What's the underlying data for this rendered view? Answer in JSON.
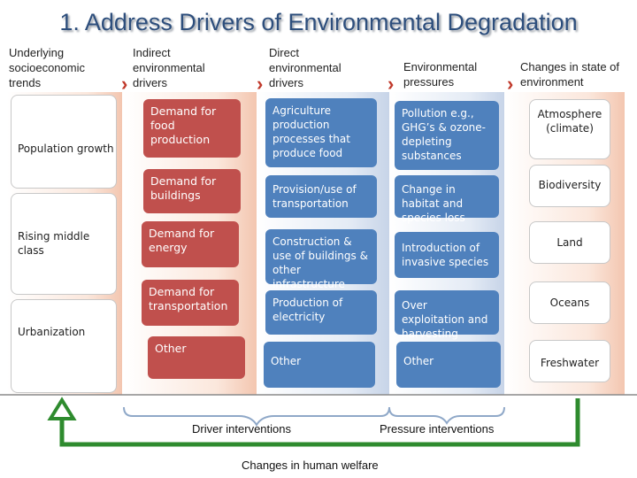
{
  "title": "1. Address Drivers of Environmental Degradation",
  "headers": {
    "underlying": "Underlying socioeconomic trends",
    "indirect": "Indirect environmental drivers",
    "direct": "Direct environmental drivers",
    "pressures": "Environmental pressures",
    "state": "Changes in state of environment"
  },
  "underlying_trends": [
    "Population growth",
    "Rising middle class",
    "Urbanization"
  ],
  "indirect_drivers": [
    "Demand for food production",
    "Demand for buildings",
    "Demand for energy",
    "Demand for transportation",
    "Other"
  ],
  "direct_drivers": [
    "Agriculture production processes that produce food",
    "Provision/use of transportation",
    "Construction & use of buildings & other infrastructure",
    "Production of electricity",
    "Other"
  ],
  "pressures": [
    "Pollution e.g., GHG’s & ozone-depleting substances",
    "Change in habitat and species loss",
    "Introduction of invasive species",
    "Over exploitation and harvesting",
    "Other"
  ],
  "state_changes": [
    "Atmosphere (climate)",
    "Biodiversity",
    "Land",
    "Oceans",
    "Freshwater"
  ],
  "interventions": {
    "driver": "Driver interventions",
    "pressure": "Pressure interventions",
    "welfare": "Changes in human welfare"
  },
  "colors": {
    "title": "#2d4e7c",
    "red_box": "#c0504d",
    "blue_box": "#4f81bd",
    "arrow": "#2e8b2e",
    "chevron": "#c0392b"
  },
  "icons": [
    "chevron-right-icon",
    "feedback-arrow-icon"
  ]
}
